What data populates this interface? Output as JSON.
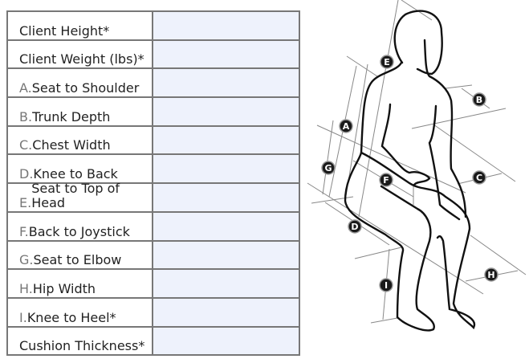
{
  "rows": [
    {
      "prefix": "",
      "label": "Client Height*",
      "value": ""
    },
    {
      "prefix": "",
      "label": "Client Weight (lbs)*",
      "value": ""
    },
    {
      "prefix": "A.",
      "label": " Seat to Shoulder",
      "value": ""
    },
    {
      "prefix": "B.",
      "label": " Trunk Depth",
      "value": ""
    },
    {
      "prefix": "C.",
      "label": " Chest Width",
      "value": ""
    },
    {
      "prefix": "D.",
      "label": " Knee to Back",
      "value": ""
    },
    {
      "prefix": "E.",
      "label": " Seat to Top of Head",
      "value": ""
    },
    {
      "prefix": "F.",
      "label": " Back to Joystick",
      "value": ""
    },
    {
      "prefix": "G.",
      "label": " Seat to Elbow",
      "value": ""
    },
    {
      "prefix": "H.",
      "label": " Hip Width",
      "value": ""
    },
    {
      "prefix": "I.",
      "label": " Knee to Heel*",
      "value": ""
    },
    {
      "prefix": "",
      "label": "Cushion Thickness*",
      "value": ""
    }
  ],
  "figure": {
    "markers": [
      "A",
      "B",
      "C",
      "D",
      "E",
      "F",
      "G",
      "H",
      "I"
    ]
  }
}
